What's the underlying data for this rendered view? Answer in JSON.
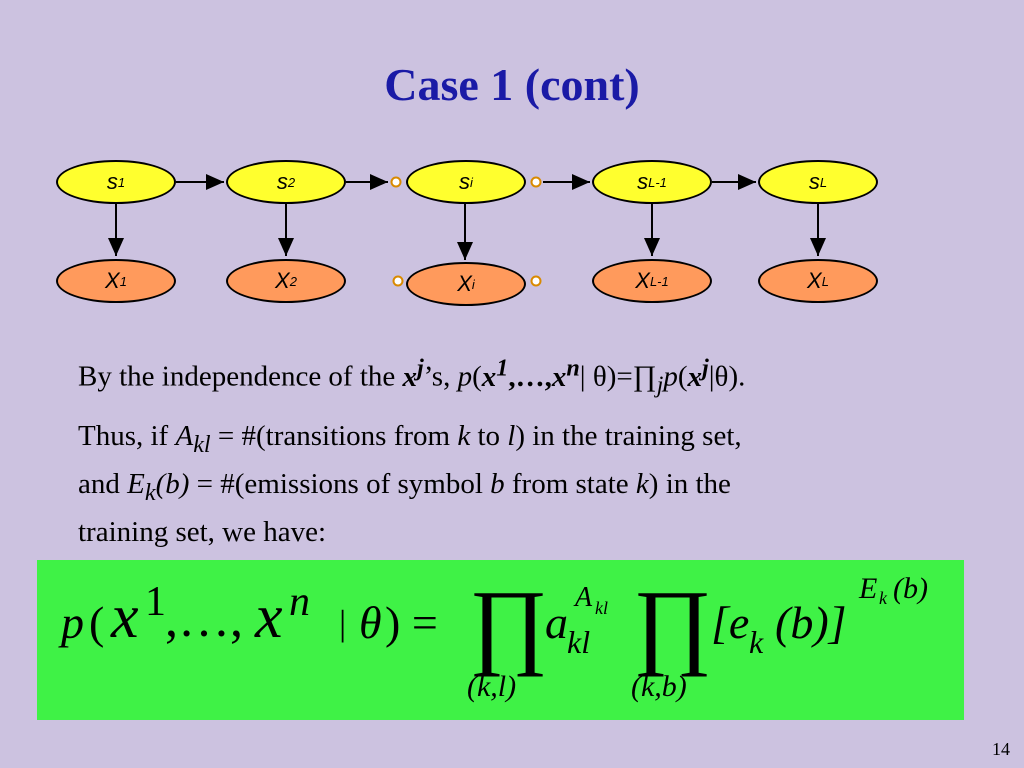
{
  "title": "Case 1 (cont)",
  "graph": {
    "s_nodes": [
      {
        "base": "s",
        "sub": "1"
      },
      {
        "base": "s",
        "sub": "2"
      },
      {
        "base": "s",
        "sub": "i"
      },
      {
        "base": "s",
        "sub": "L-1"
      },
      {
        "base": "s",
        "sub": "L"
      }
    ],
    "x_nodes": [
      {
        "base": "X",
        "sub": "1"
      },
      {
        "base": "X",
        "sub": "2"
      },
      {
        "base": "X",
        "sub": "i"
      },
      {
        "base": "X",
        "sub": "L-1"
      },
      {
        "base": "X",
        "sub": "L"
      }
    ]
  },
  "line1": {
    "t1": "By the independence of the ",
    "xj": "x",
    "j": "j",
    "t2": "’s, ",
    "p": "p",
    "t3": "(",
    "x1": "x",
    "one": "1",
    "dots": ",…,",
    "xn": "x",
    "n": "n",
    "bar": "| θ",
    "t4": ")=∏",
    "j2": "j",
    "p2": "p",
    "t5": "(",
    "xj2": "x",
    "j3": "j",
    "t6": "|θ",
    "t7": ")."
  },
  "para": {
    "l1a": "Thus, if ",
    "A": "A",
    "kl": "kl",
    "l1b": " = #(transitions from ",
    "k": "k",
    "l1c": " to  ",
    "l": "l",
    "l1d": ") in the training set,",
    "l2a": "and ",
    "E": "E",
    "k2": "k",
    "l2b": "(b)",
    "l2c": " = #(emissions of symbol ",
    "b": "b",
    "l2d": " from state ",
    "k3": "k",
    "l2e": ") in the",
    "l3": "training set, we have:"
  },
  "formula": {
    "p": "p",
    "open": "(",
    "x1": "x",
    "sup1": "1",
    "dots": ",…,",
    "xn": "x",
    "supn": "n",
    "bar": "|",
    "theta": "θ",
    "close": ") =",
    "prod1": "∏",
    "sub1": "(k,l)",
    "a": "a",
    "akl": "kl",
    "Akl_A": "A",
    "Akl_kl": "kl",
    "prod2": "∏",
    "sub2": "(k,b)",
    "bracket": "[e",
    "ek": "k",
    "bb": "(b)]",
    "exp_E": "E",
    "exp_k": "k",
    "exp_b": "(b)"
  },
  "page_number": "14",
  "colors": {
    "background": "#ccc2e0",
    "title": "#1a1aa6",
    "s_node": "#ffff2e",
    "x_node": "#ff9a5c",
    "formula_box": "#3ff246"
  }
}
